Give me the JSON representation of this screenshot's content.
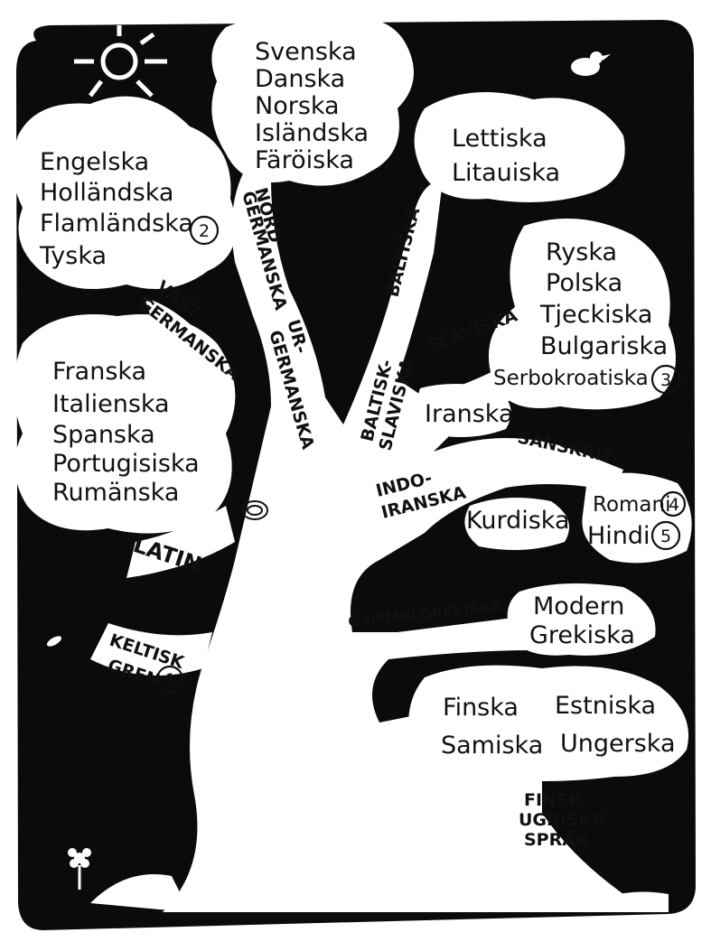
{
  "clouds": {
    "nordic": [
      "Svenska",
      "Danska",
      "Norska",
      "Isländska",
      "Färöiska"
    ],
    "west": [
      "Engelska",
      "Holländska",
      "Flamländska",
      "Tyska"
    ],
    "west_note": "2",
    "baltic": [
      "Lettiska",
      "Litauiska"
    ],
    "slavic": [
      "Ryska",
      "Polska",
      "Tjeckiska",
      "Bulgariska",
      "Serbokroatiska"
    ],
    "slavic_note": "3",
    "romance": [
      "Franska",
      "Italienska",
      "Spanska",
      "Portugisiska",
      "Rumänska"
    ],
    "iranian": "Iranska",
    "kurdish": "Kurdiska",
    "indic": [
      "Romani",
      "Hindi"
    ],
    "indic_notes": [
      "4",
      "5"
    ],
    "greek": [
      "Modern",
      "Grekiska"
    ],
    "finnougric": [
      "Finska",
      "Estniska",
      "Samiska",
      "Ungerska"
    ]
  },
  "branches": {
    "nord": [
      "NORD",
      "GERMANSKA"
    ],
    "vast": [
      "VÄST",
      "GERMANSKA"
    ],
    "ur": [
      "UR-",
      "GERMANSKA"
    ],
    "baltiska": "BALTISKA",
    "slaviska": "SLAVISKA",
    "baltisk_slaviska": [
      "BALTISK-",
      "SLAVISKA"
    ],
    "sanskrit": "SANSKRIT",
    "indoiranska": [
      "INDO-",
      "IRANSKA"
    ],
    "latin": "LATIN",
    "gammalgrekiska": "GAMMALGREKISKA",
    "keltisk": [
      "KELTISK",
      "GREN"
    ],
    "keltisk_note": "1",
    "finskugriska": [
      "FINSK-",
      "UGRISKA",
      "SPRÅK"
    ]
  }
}
